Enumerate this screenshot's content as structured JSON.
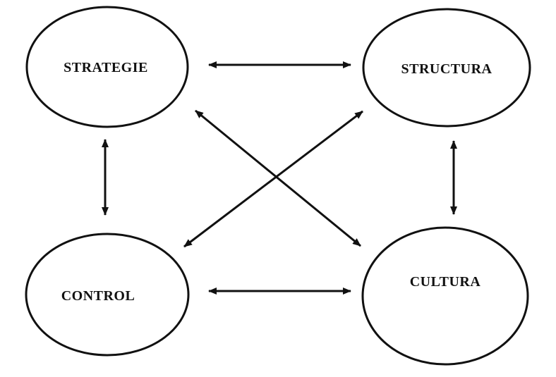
{
  "diagram": {
    "nodes": [
      {
        "id": "strategie",
        "label": "STRATEGIE"
      },
      {
        "id": "structura",
        "label": "STRUCTURA"
      },
      {
        "id": "control",
        "label": "CONTROL"
      },
      {
        "id": "cultura",
        "label": "CULTURA"
      }
    ],
    "edges": [
      {
        "from": "strategie",
        "to": "structura",
        "direction": "both"
      },
      {
        "from": "strategie",
        "to": "control",
        "direction": "both"
      },
      {
        "from": "structura",
        "to": "cultura",
        "direction": "both"
      },
      {
        "from": "control",
        "to": "cultura",
        "direction": "both"
      },
      {
        "from": "strategie",
        "to": "cultura",
        "direction": "both"
      },
      {
        "from": "structura",
        "to": "control",
        "direction": "both"
      }
    ],
    "colors": {
      "line": "#111111",
      "background": "#ffffff"
    }
  }
}
